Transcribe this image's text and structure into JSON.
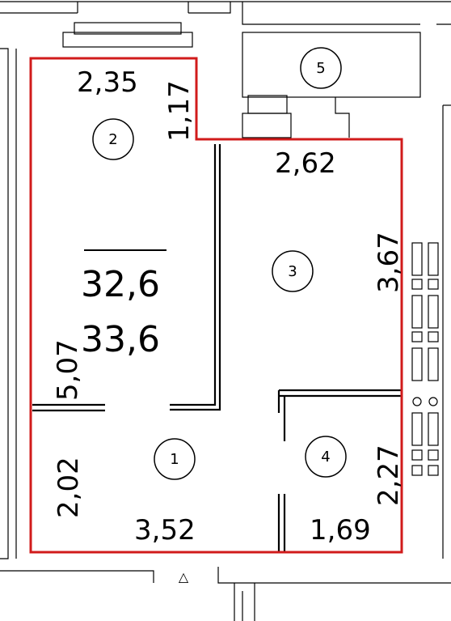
{
  "plan": {
    "accent_color": "#d11b1b",
    "total_area": "32,6",
    "living_area": "33,6",
    "rooms": [
      {
        "number": "1"
      },
      {
        "number": "2"
      },
      {
        "number": "3"
      },
      {
        "number": "4"
      },
      {
        "number": "5"
      }
    ],
    "dims": {
      "d_2_35": "2,35",
      "d_1_17": "1,17",
      "d_2_62": "2,62",
      "d_3_67": "3,67",
      "d_5_07": "5,07",
      "d_2_02": "2,02",
      "d_3_52": "3,52",
      "d_1_69": "1,69",
      "d_2_27": "2,27"
    },
    "entrance_symbol": "△"
  }
}
